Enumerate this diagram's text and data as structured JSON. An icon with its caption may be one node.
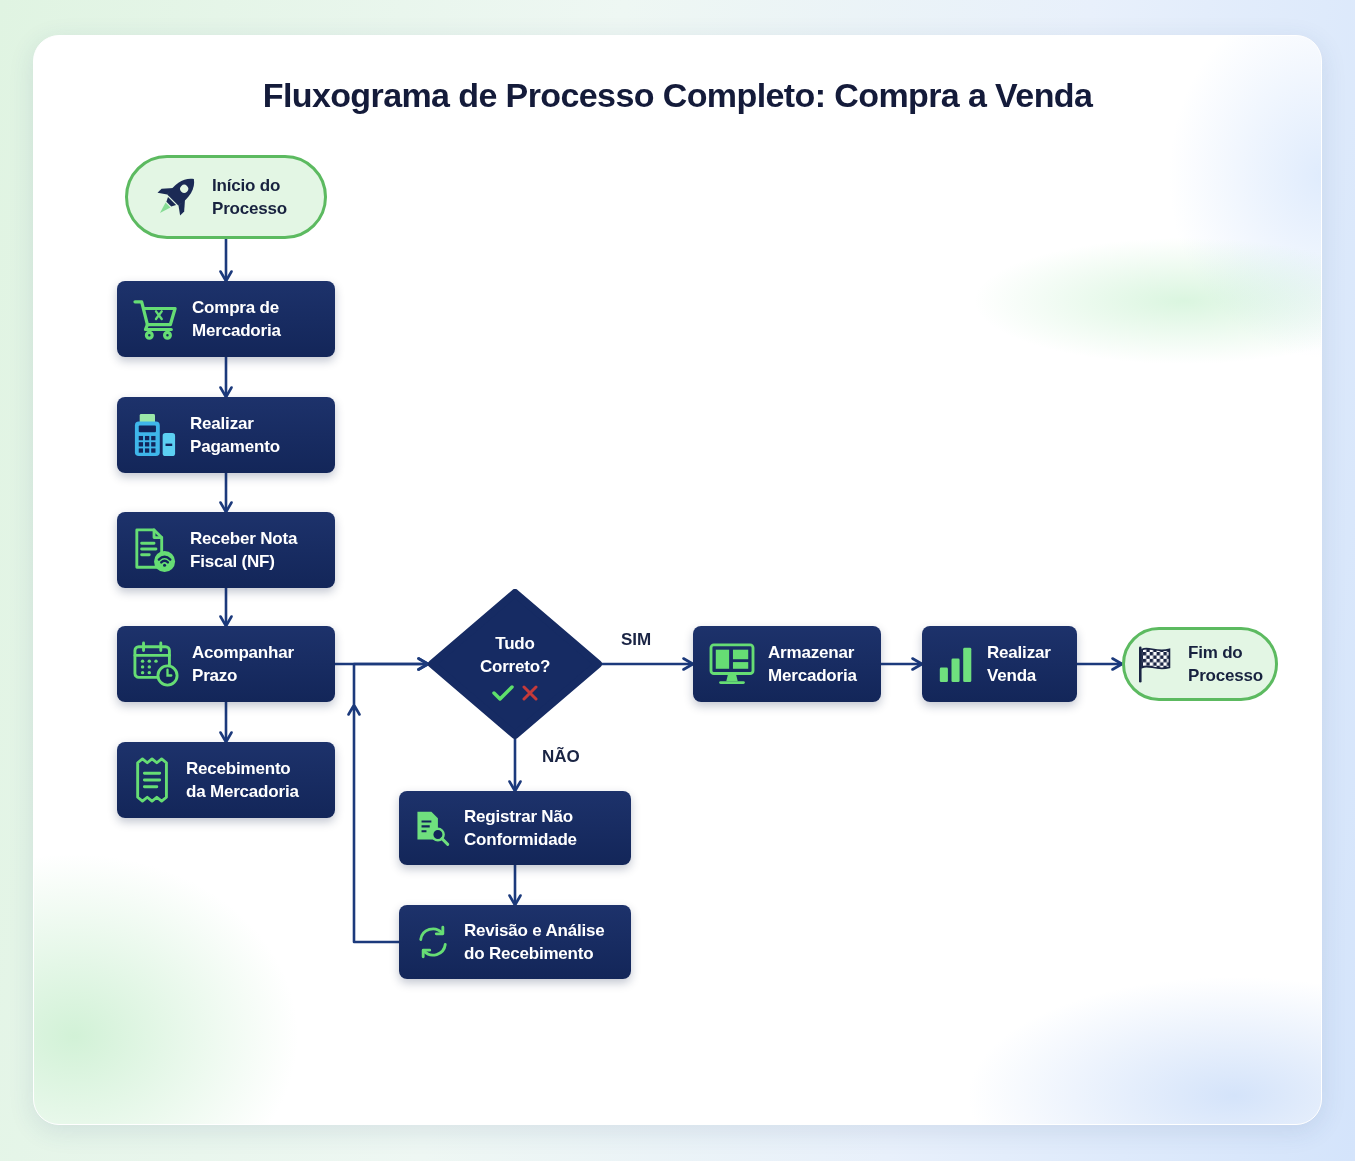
{
  "diagram": {
    "title": "Fluxograma de Processo Completo: Compra a Venda",
    "nodes": [
      {
        "text": [
          "Início do Processo"
        ]
      },
      {
        "text": [
          "Compra de Mercadoria"
        ]
      },
      {
        "text": [
          "Realizar Pagamento"
        ]
      },
      {
        "text": [
          "Receber Nota Fiscal (NF)"
        ]
      },
      {
        "text": [
          "Acompanhar Prazo"
        ]
      },
      {
        "text": [
          "Recebimento da Mercadoria"
        ]
      },
      {
        "text": [
          "Tudo Correto?"
        ]
      },
      {
        "text": [
          "Registrar Não Conformidade"
        ]
      },
      {
        "text": [
          "Revisão e Análise do Recebimento"
        ]
      },
      {
        "text": [
          "Armazenar Mercadoria"
        ]
      },
      {
        "text": [
          "Realizar Venda"
        ]
      },
      {
        "text": [
          "Fim do Processo"
        ]
      }
    ],
    "edges": [
      {
        "from": 0,
        "to": 1,
        "arrow": "to"
      },
      {
        "from": 1,
        "to": 2,
        "arrow": "to"
      },
      {
        "from": 2,
        "to": 3,
        "arrow": "to"
      },
      {
        "from": 3,
        "to": 4,
        "arrow": "to"
      },
      {
        "from": 4,
        "to": 5,
        "arrow": "to"
      },
      {
        "from": 4,
        "to": 6,
        "arrow": "to"
      },
      {
        "from": 6,
        "to": 9,
        "arrow": "to",
        "label": "SIM"
      },
      {
        "from": 6,
        "to": 7,
        "arrow": "to",
        "label": "NÃO"
      },
      {
        "from": 7,
        "to": 8,
        "arrow": "to"
      },
      {
        "from": 8,
        "to": 6,
        "arrow": "to"
      },
      {
        "from": 9,
        "to": 10,
        "arrow": "to"
      },
      {
        "from": 10,
        "to": 11,
        "arrow": "to"
      }
    ]
  }
}
